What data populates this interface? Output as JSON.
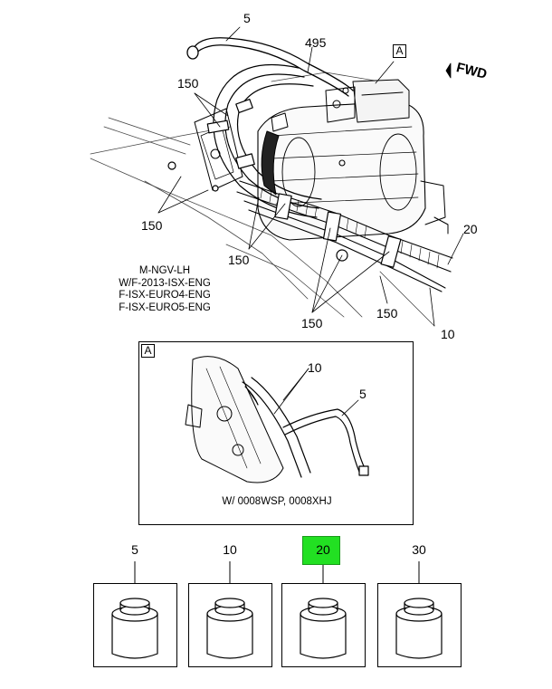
{
  "main_view": {
    "callouts": {
      "c5": "5",
      "c495": "495",
      "c150_a": "150",
      "c150_b": "150",
      "c150_c": "150",
      "c150_d": "150",
      "c150_e": "150",
      "c20": "20",
      "c10": "10"
    },
    "view_label": "A",
    "fwd_label": "FWD",
    "notes": [
      "M-NGV-LH",
      "W/F-2013-ISX-ENG",
      "F-ISX-EURO4-ENG",
      "F-ISX-EURO5-ENG"
    ]
  },
  "detail_view": {
    "label": "A",
    "callouts": {
      "c10": "10",
      "c5": "5"
    },
    "caption": "W/ 0008WSP, 0008XHJ"
  },
  "parts": [
    {
      "number": "5",
      "icon": "container-can-icon",
      "highlighted": false
    },
    {
      "number": "10",
      "icon": "container-can-icon",
      "highlighted": false
    },
    {
      "number": "20",
      "icon": "container-can-icon",
      "highlighted": true
    },
    {
      "number": "30",
      "icon": "container-can-icon",
      "highlighted": false
    }
  ],
  "colors": {
    "highlight": "#22e022"
  }
}
